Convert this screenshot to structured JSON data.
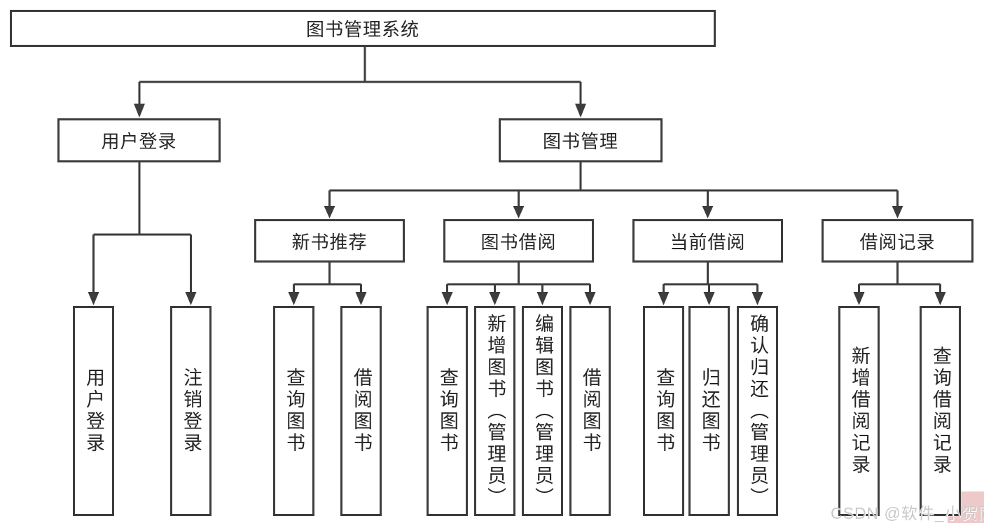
{
  "colors": {
    "line": "#3d3d3d",
    "box_border": "#3d3d3d",
    "text": "#262626",
    "watermark_text": "#c9c9c9",
    "watermark_block": "#eec9ca"
  },
  "diagram": {
    "root": {
      "label": "图书管理系统"
    },
    "level1": [
      {
        "label": "用户登录",
        "children": [
          {
            "label": "用户登录"
          },
          {
            "label": "注销登录"
          }
        ]
      },
      {
        "label": "图书管理",
        "children": [
          {
            "label": "新书推荐",
            "children": [
              {
                "label": "查询图书"
              },
              {
                "label": "借阅图书"
              }
            ]
          },
          {
            "label": "图书借阅",
            "children": [
              {
                "label": "查询图书"
              },
              {
                "label": "新增图书（管理员）"
              },
              {
                "label": "编辑图书（管理员）"
              },
              {
                "label": "借阅图书"
              }
            ]
          },
          {
            "label": "当前借阅",
            "children": [
              {
                "label": "查询图书"
              },
              {
                "label": "归还图书"
              },
              {
                "label": "确认归还（管理员）"
              }
            ]
          },
          {
            "label": "借阅记录",
            "children": [
              {
                "label": "新增借阅记录"
              },
              {
                "label": "查询借阅记录"
              }
            ]
          }
        ]
      }
    ]
  },
  "watermark": {
    "text": "CSDN @软件_小贺同学"
  }
}
